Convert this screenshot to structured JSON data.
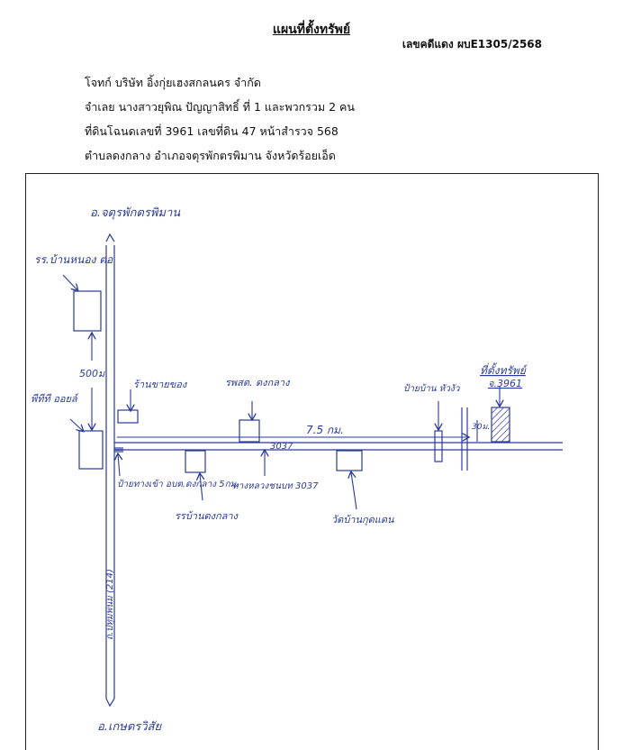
{
  "header": {
    "title": "แผนที่ตั้งทรัพย์",
    "case_number": "เลขคดีแดง ผบE1305/2568"
  },
  "info": {
    "plaintiff": "โจทก์ บริษัท อิ้งกุ่ยเฮงสกลนคร จำกัด",
    "defendant": "จำเลย นางสาวยุพิณ ปัญญาสิทธิ์ ที่ 1 และพวกรวม 2 คน",
    "deed": "ที่ดินโฉนดเลขที่ 3961 เลขที่ดิน 47  หน้าสำรวจ 568",
    "location": "ตำบลดงกลาง  อำเภอจตุรพักตรพิมาน  จังหวัดร้อยเอ็ด"
  },
  "map": {
    "top_destination": "อ.จตุรพักตรพิมาน",
    "bottom_destination": "อ.เกษตรวิสัย",
    "school_north": "รร.บ้านหนอง ตอ",
    "distance_500m": "500ม",
    "ptt_station": "พีทีที ออยล์",
    "shop": "ร้านขายของ",
    "hospital": "รพสต. ดงกลาง",
    "distance_road": "7.5 กม.",
    "road_number": "3037",
    "village_sign": "ป้ายบ้าน หัวงัว",
    "property_label": "ที่ตั้งทรัพย์",
    "deed_label": "จ.3961",
    "side_distance": "30ม.",
    "entrance_sign": "ป้ายทางเข้า อบต.ดงกลาง 5กม.",
    "road_name": "ทางหลวงชนบท 3037",
    "school_dongklang": "รรบ้านดงกลาง",
    "temple": "วัดบ้านกุดแดน",
    "highway": "ถ.ปทุมพนม (214)"
  }
}
